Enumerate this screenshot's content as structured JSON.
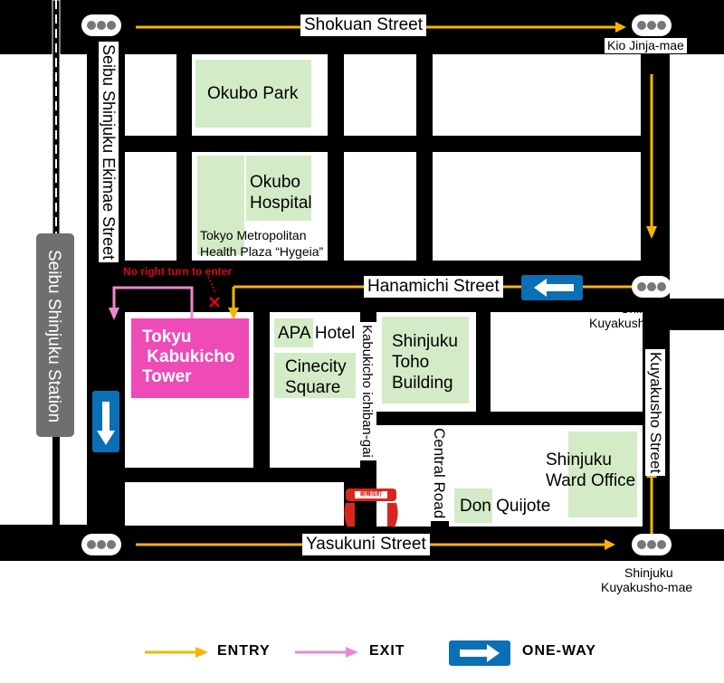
{
  "streets": {
    "shokuan": "Shokuan Street",
    "hanamichi": "Hanamichi Street",
    "yasukuni": "Yasukuni Street",
    "seibu_ekimae": "Seibu Shinjuku Ekimae Street",
    "kuyakusho": "Kuyakusho Street",
    "kabukicho_ichiban": "Kabukicho ichiban-gai",
    "central_road": "Central Road"
  },
  "station": "Seibu Shinjuku Station",
  "intersections": {
    "kio_jinja": "Kio Jinja-mae",
    "kuyakusho_street": [
      "Shinjuku",
      "Kuyakusho Street"
    ],
    "kuyakusho_mae": [
      "Shinjuku",
      "Kuyakusho-mae"
    ]
  },
  "places": {
    "okubo_park": "Okubo Park",
    "okubo_hospital": [
      "Okubo",
      "Hospital"
    ],
    "hygeia": [
      "Tokyo Metropolitan",
      "Health Plaza “Hygeia”"
    ],
    "tower": [
      "Tokyu",
      " Kabukicho",
      "Tower"
    ],
    "apa": [
      "APA",
      " Hotel"
    ],
    "cinecity": [
      "Cinecity",
      "Square"
    ],
    "toho": [
      "Shinjuku",
      "Toho",
      " Building"
    ],
    "ward_office": [
      "Shinjuku",
      "Ward Office"
    ],
    "don_quijote": [
      "Don",
      " Quijote"
    ]
  },
  "note": "No right turn to enter",
  "gate_text": "歌舞伎町",
  "legend": {
    "entry": "ENTRY",
    "exit": "EXIT",
    "one_way": "ONE-WAY"
  },
  "colors": {
    "entry": "#f7b500",
    "exit": "#ee88cc",
    "one_way": "#0a6fb5",
    "park": "#d4ebc7",
    "tower": "#ee4ab8",
    "gate": "#d7261e"
  }
}
